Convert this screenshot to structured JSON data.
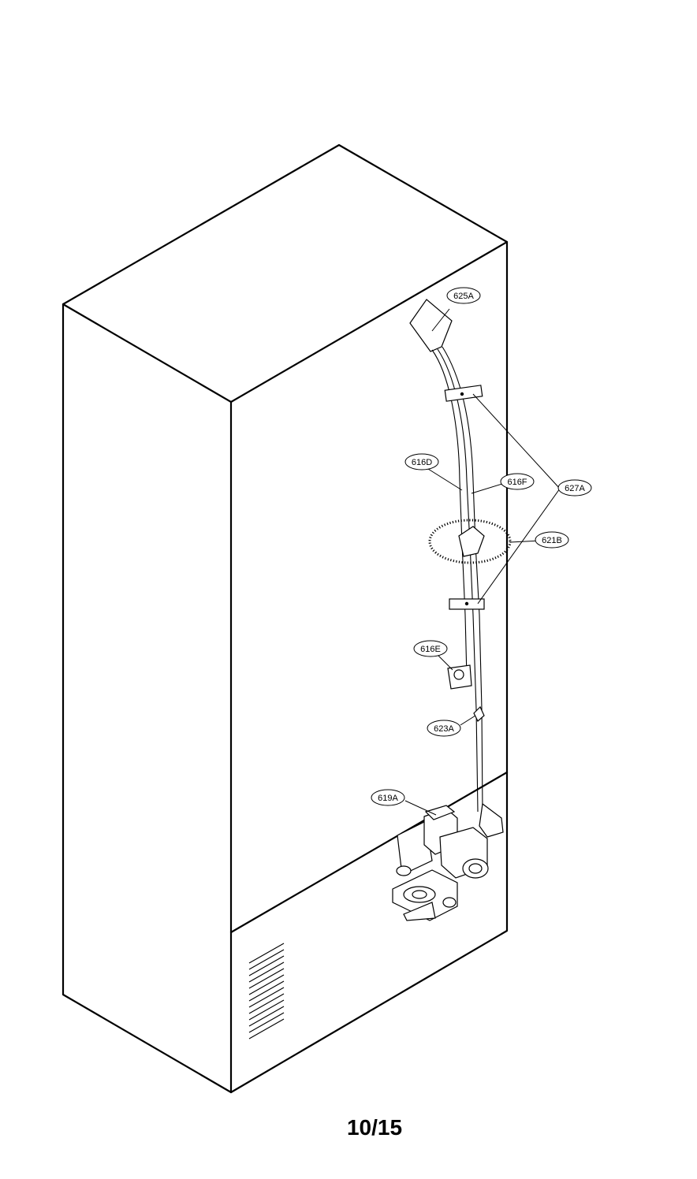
{
  "callouts": {
    "c625A": "625A",
    "c616D": "616D",
    "c616F": "616F",
    "c627A": "627A",
    "c621B": "621B",
    "c616E": "616E",
    "c623A": "623A",
    "c619A": "619A"
  },
  "page_number": "10/15"
}
